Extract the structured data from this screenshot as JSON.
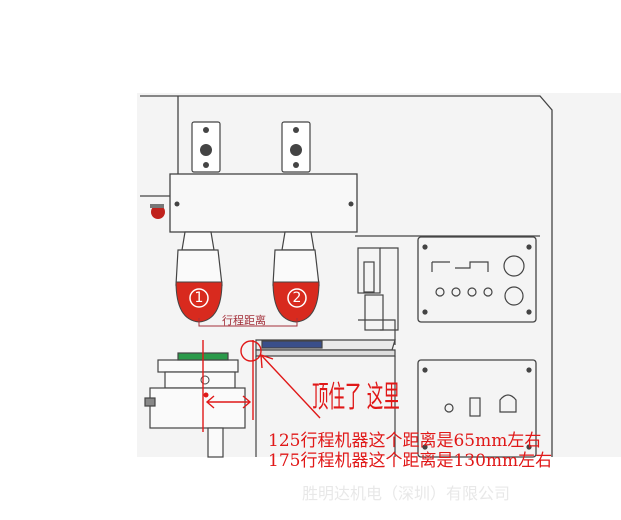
{
  "diagram": {
    "pads": [
      {
        "number": "1"
      },
      {
        "number": "2"
      }
    ],
    "stroke_label": "行程距离",
    "handwritten_note": "顶住了 这里",
    "annotation_lines": [
      "125行程机器这个距离是65mm左右",
      "175行程机器这个距离是130mm左右"
    ],
    "watermark": "胜明达机电（深圳）有限公司",
    "colors": {
      "annotation_red": "#e01818",
      "pad_red": "#d82a1e",
      "outline": "#444444"
    }
  }
}
